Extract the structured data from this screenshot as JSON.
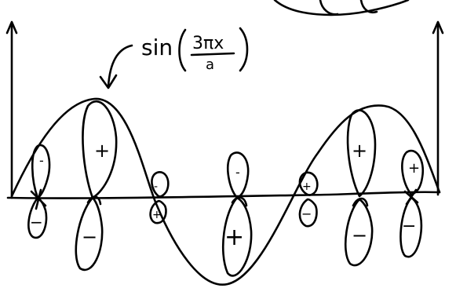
{
  "annotation": {
    "prefix": "sin",
    "numerator": "3πx",
    "denominator": "a"
  },
  "lobe_signs": {
    "orbital_1": {
      "upper": "-",
      "lower": "−"
    },
    "orbital_2": {
      "upper": "+",
      "lower": "−"
    },
    "orbital_3": {
      "upper": "-",
      "lower": "+"
    },
    "orbital_4": {
      "upper": "+",
      "lower": "−"
    },
    "orbital_5": {
      "upper": "+",
      "lower": "−"
    },
    "small_1": {
      "upper": "-",
      "lower": "+"
    },
    "small_2": {
      "upper": "+",
      "lower": "−"
    }
  },
  "colors": {
    "ink": "#000000",
    "background": "#ffffff"
  }
}
